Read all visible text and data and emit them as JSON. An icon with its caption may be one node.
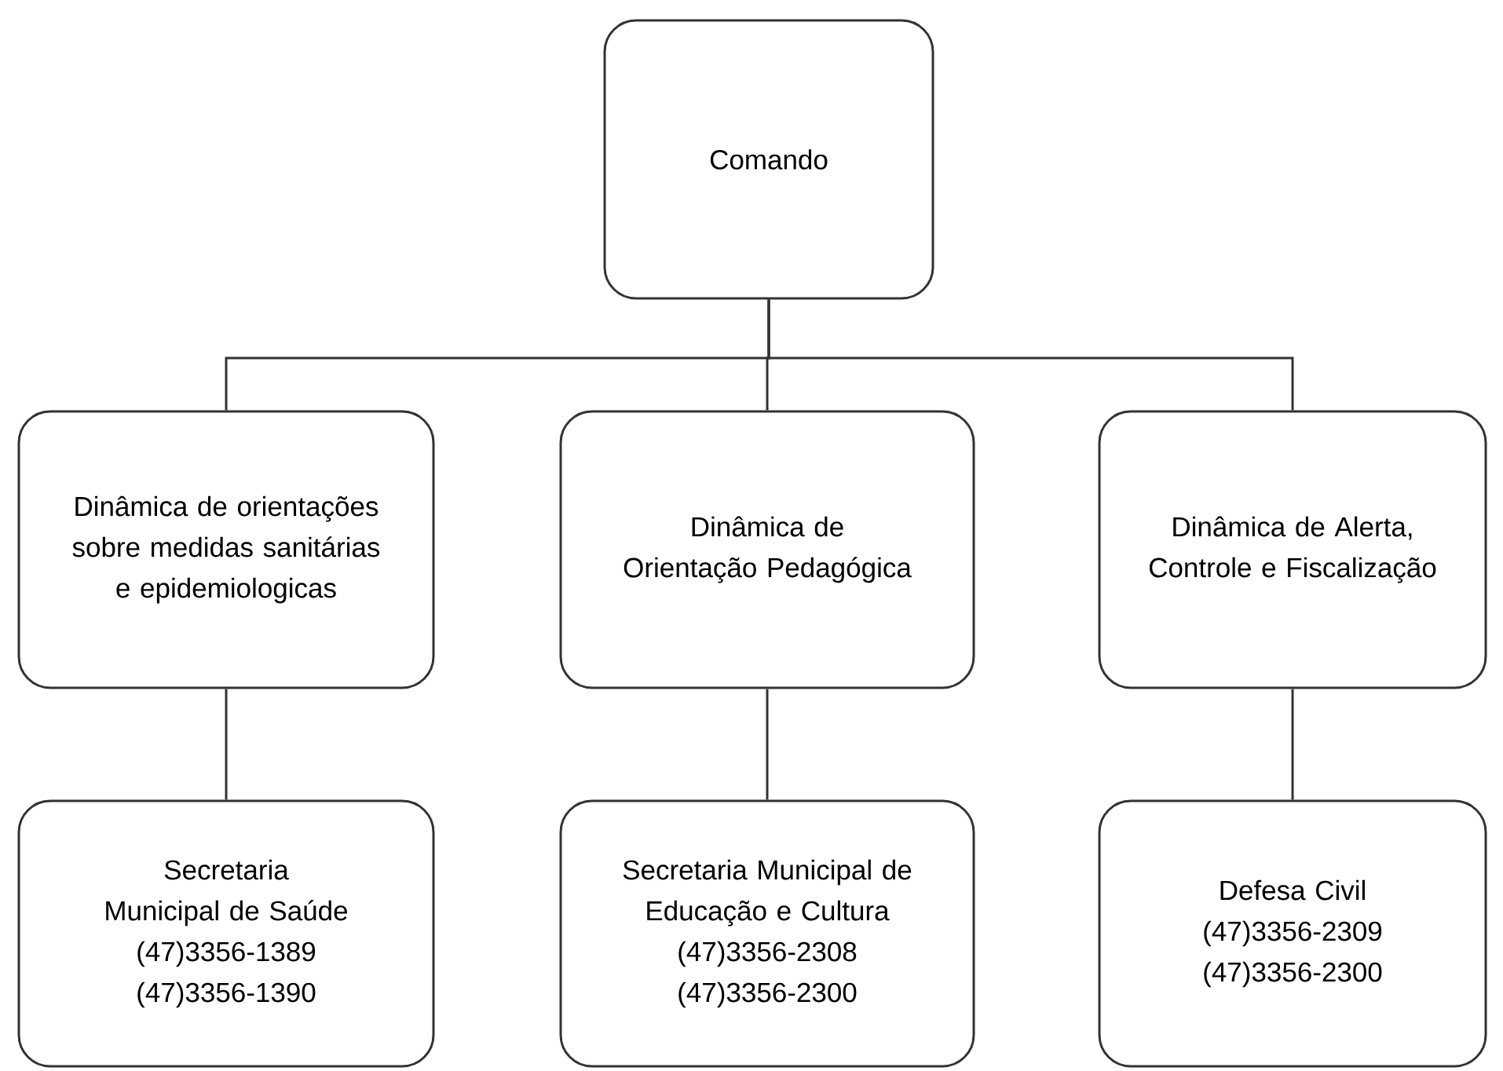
{
  "diagram": {
    "nodes": [
      {
        "text": [
          "Comando"
        ]
      },
      {
        "text": [
          "Dinâmica de orientações sobre medidas sanitárias e epidemiologicas"
        ]
      },
      {
        "text": [
          "Dinâmica de Orientação Pedagógica"
        ]
      },
      {
        "text": [
          "Dinâmica de Alerta, Controle e Fiscalização"
        ]
      },
      {
        "text": [
          "Secretaria Municipal de Saúde",
          "(47)3356-1389",
          "(47)3356-1390"
        ]
      },
      {
        "text": [
          "Secretaria Municipal de Educação e Cultura",
          "(47)3356-2308",
          "(47)3356-2300"
        ]
      },
      {
        "text": [
          "Defesa Civil",
          "(47)3356-2309",
          "(47)3356-2300"
        ]
      }
    ],
    "edges": [
      {
        "from": 0,
        "to": 1,
        "arrow": "none"
      },
      {
        "from": 0,
        "to": 2,
        "arrow": "none"
      },
      {
        "from": 0,
        "to": 3,
        "arrow": "none"
      },
      {
        "from": 1,
        "to": 4,
        "arrow": "none"
      },
      {
        "from": 2,
        "to": 5,
        "arrow": "none"
      },
      {
        "from": 3,
        "to": 6,
        "arrow": "none"
      }
    ]
  }
}
